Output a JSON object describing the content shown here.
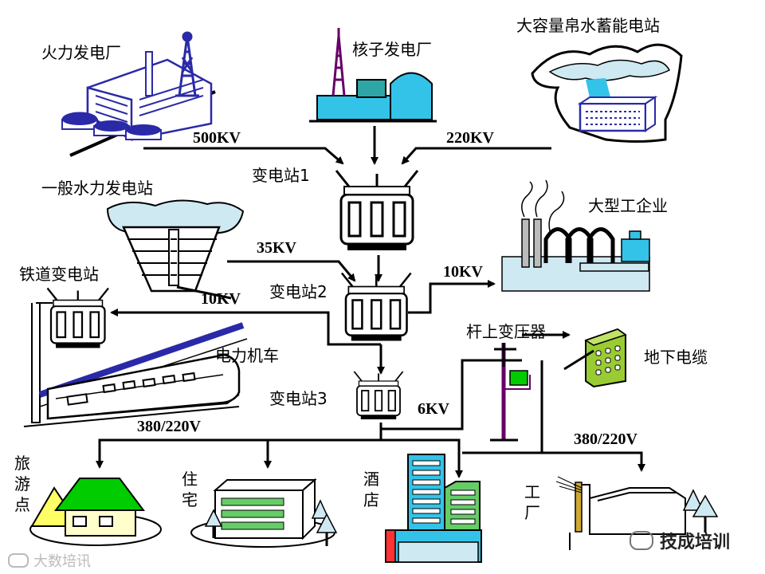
{
  "labels": {
    "thermal_plant": "火力发电厂",
    "nuclear_plant": "核子发电厂",
    "pumped_storage": "大容量帛水蓄能电站",
    "hydro_station": "一般水力发电站",
    "substation1": "变电站1",
    "substation2": "变电站2",
    "substation3": "变电站3",
    "railway_substation": "铁道变电站",
    "electric_loco": "电力机车",
    "large_industry": "大型工企业",
    "pole_transformer": "杆上变压器",
    "underground_cable": "地下电缆",
    "tourist": "旅游点",
    "residence": "住宅",
    "hotel": "酒店",
    "factory": "工厂"
  },
  "voltages": {
    "v500": "500KV",
    "v220": "220KV",
    "v35": "35KV",
    "v10a": "10KV",
    "v10b": "10KV",
    "v6": "6KV",
    "v380a": "380/220V",
    "v380b": "380/220V"
  },
  "watermark": {
    "brand": "技成培训",
    "corner": "大数培讯"
  },
  "colors": {
    "line": "#000000",
    "plant_blue": "#2a2aa8",
    "cyan": "#33c3e8",
    "teal": "#2fa6a6",
    "light_blue": "#cfe9f2",
    "green": "#00cc00",
    "yellow": "#ffff66",
    "purple": "#660066",
    "olive_green": "#99cc33",
    "house_green": "#66cc66"
  }
}
